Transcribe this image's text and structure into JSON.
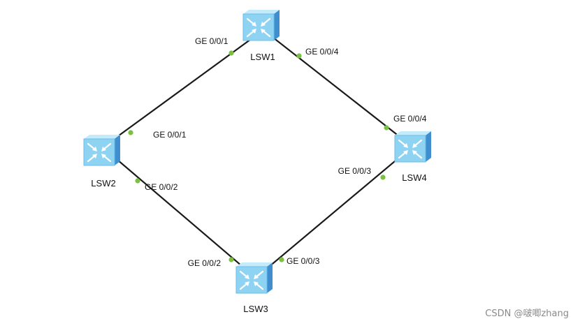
{
  "diagram": {
    "devices": [
      {
        "id": "lsw1",
        "label": "LSW1"
      },
      {
        "id": "lsw2",
        "label": "LSW2"
      },
      {
        "id": "lsw3",
        "label": "LSW3"
      },
      {
        "id": "lsw4",
        "label": "LSW4"
      }
    ],
    "links": [
      {
        "from": "lsw1",
        "to": "lsw2",
        "from_port": "GE 0/0/1",
        "to_port": "GE 0/0/1"
      },
      {
        "from": "lsw1",
        "to": "lsw4",
        "from_port": "GE 0/0/4",
        "to_port": "GE 0/0/4"
      },
      {
        "from": "lsw2",
        "to": "lsw3",
        "from_port": "GE 0/0/2",
        "to_port": "GE 0/0/2"
      },
      {
        "from": "lsw3",
        "to": "lsw4",
        "from_port": "GE 0/0/3",
        "to_port": "GE 0/0/3"
      }
    ],
    "icon": "switch-icon",
    "colors": {
      "icon_face": "#8fd3f2",
      "icon_top": "#c4ebfb",
      "icon_side": "#3f8fd0",
      "link": "#1a1a1a",
      "port_dot": "#7ac143"
    }
  },
  "watermark": "CSDN @啵唧zhang"
}
